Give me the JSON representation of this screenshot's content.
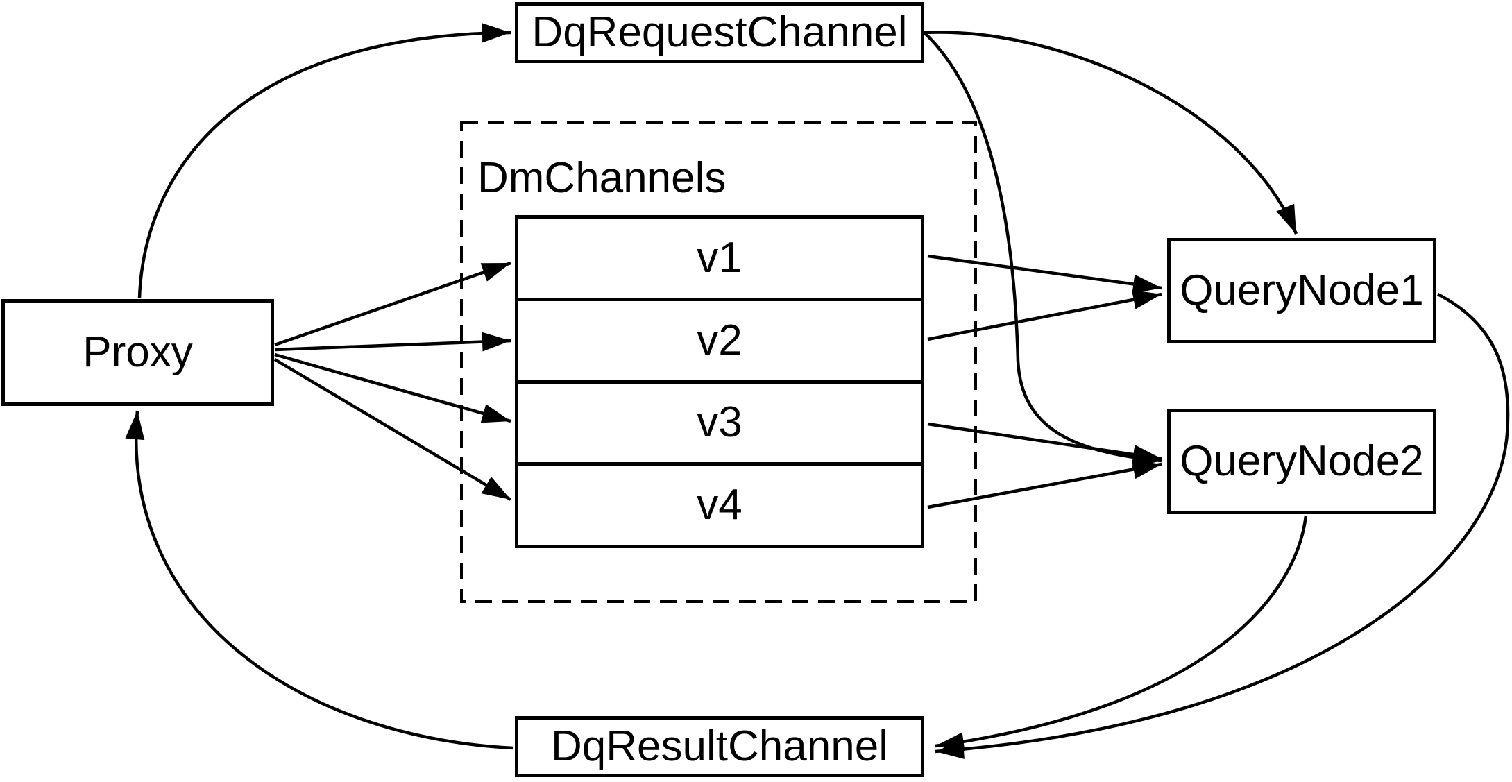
{
  "diagram": {
    "background_color": "#ffffff",
    "stroke_color": "#000000",
    "nodes": {
      "proxy": {
        "label": "Proxy"
      },
      "request_channel": {
        "label": "DqRequestChannel"
      },
      "result_channel": {
        "label": "DqResultChannel"
      },
      "dm_channels_group": {
        "label": "DmChannels",
        "border_style": "dashed",
        "channels": [
          {
            "label": "v1"
          },
          {
            "label": "v2"
          },
          {
            "label": "v3"
          },
          {
            "label": "v4"
          }
        ]
      },
      "query_node_1": {
        "label": "QueryNode1"
      },
      "query_node_2": {
        "label": "QueryNode2"
      }
    },
    "edges": [
      {
        "from": "Proxy",
        "to": "DqRequestChannel"
      },
      {
        "from": "Proxy",
        "to": "v1"
      },
      {
        "from": "Proxy",
        "to": "v2"
      },
      {
        "from": "Proxy",
        "to": "v3"
      },
      {
        "from": "Proxy",
        "to": "v4"
      },
      {
        "from": "v1",
        "to": "QueryNode1"
      },
      {
        "from": "v2",
        "to": "QueryNode1"
      },
      {
        "from": "v3",
        "to": "QueryNode2"
      },
      {
        "from": "v4",
        "to": "QueryNode2"
      },
      {
        "from": "DqRequestChannel",
        "to": "QueryNode1"
      },
      {
        "from": "DqRequestChannel",
        "to": "QueryNode2"
      },
      {
        "from": "QueryNode1",
        "to": "DqResultChannel"
      },
      {
        "from": "QueryNode2",
        "to": "DqResultChannel"
      },
      {
        "from": "DqResultChannel",
        "to": "Proxy"
      }
    ]
  }
}
